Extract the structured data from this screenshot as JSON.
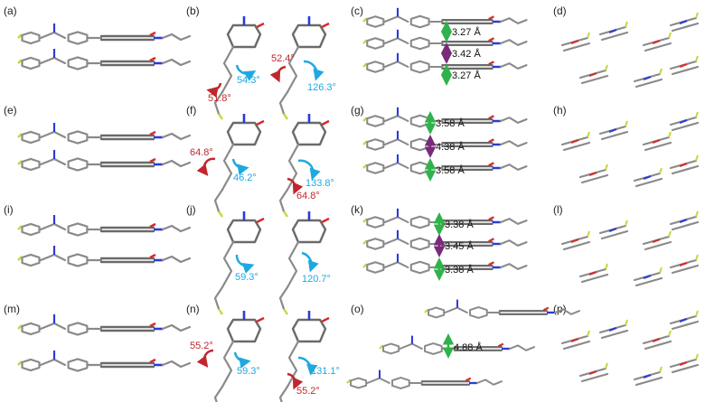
{
  "panels": [
    {
      "id": "a",
      "label": "(a)"
    },
    {
      "id": "b",
      "label": "(b)",
      "angles": [
        {
          "text": "54.3°",
          "color": "cyan"
        },
        {
          "text": "51.8°",
          "color": "red"
        },
        {
          "text": "52.4°",
          "color": "red"
        },
        {
          "text": "126.3°",
          "color": "cyan"
        }
      ]
    },
    {
      "id": "c",
      "label": "(c)",
      "distances": [
        {
          "text": "3.27 Å",
          "color": "green"
        },
        {
          "text": "3.42 Å",
          "color": "purple"
        },
        {
          "text": "3.27 Å",
          "color": "green"
        }
      ]
    },
    {
      "id": "d",
      "label": "(d)"
    },
    {
      "id": "e",
      "label": "(e)"
    },
    {
      "id": "f",
      "label": "(f)",
      "angles": [
        {
          "text": "64.8°",
          "color": "red"
        },
        {
          "text": "46.2°",
          "color": "cyan"
        },
        {
          "text": "133.8°",
          "color": "cyan"
        },
        {
          "text": "64.8°",
          "color": "red"
        }
      ]
    },
    {
      "id": "g",
      "label": "(g)",
      "distances": [
        {
          "text": "3.58 Å",
          "color": "green"
        },
        {
          "text": "4.38 Å",
          "color": "purple"
        },
        {
          "text": "3.58 Å",
          "color": "green"
        }
      ]
    },
    {
      "id": "h",
      "label": "(h)"
    },
    {
      "id": "i",
      "label": "(i)"
    },
    {
      "id": "j",
      "label": "(j)",
      "angles": [
        {
          "text": "59.3°",
          "color": "cyan"
        },
        {
          "text": "120.7°",
          "color": "cyan"
        }
      ]
    },
    {
      "id": "k",
      "label": "(k)",
      "distances": [
        {
          "text": "3.38 Å",
          "color": "green"
        },
        {
          "text": "3.45 Å",
          "color": "purple"
        },
        {
          "text": "3.38 Å",
          "color": "green"
        }
      ]
    },
    {
      "id": "l",
      "label": "(l)"
    },
    {
      "id": "m",
      "label": "(m)"
    },
    {
      "id": "n",
      "label": "(n)",
      "angles": [
        {
          "text": "55.2°",
          "color": "red"
        },
        {
          "text": "59.3°",
          "color": "cyan"
        },
        {
          "text": "131.1°",
          "color": "cyan"
        },
        {
          "text": "55.2°",
          "color": "red"
        }
      ]
    },
    {
      "id": "o",
      "label": "(o)",
      "distances": [
        {
          "text": "4.88 Å",
          "color": "green"
        }
      ]
    },
    {
      "id": "p",
      "label": "(p)"
    }
  ],
  "colors": {
    "carbon": "#8a8a8a",
    "nitrogen": "#2b3bd6",
    "oxygen": "#d62b2b",
    "fluorine": "#c8d63a",
    "angle_cyan": "#1fa8e0",
    "angle_red": "#c0272d",
    "stack_green": "#2fb24a",
    "stack_purple": "#7a2a7a"
  }
}
